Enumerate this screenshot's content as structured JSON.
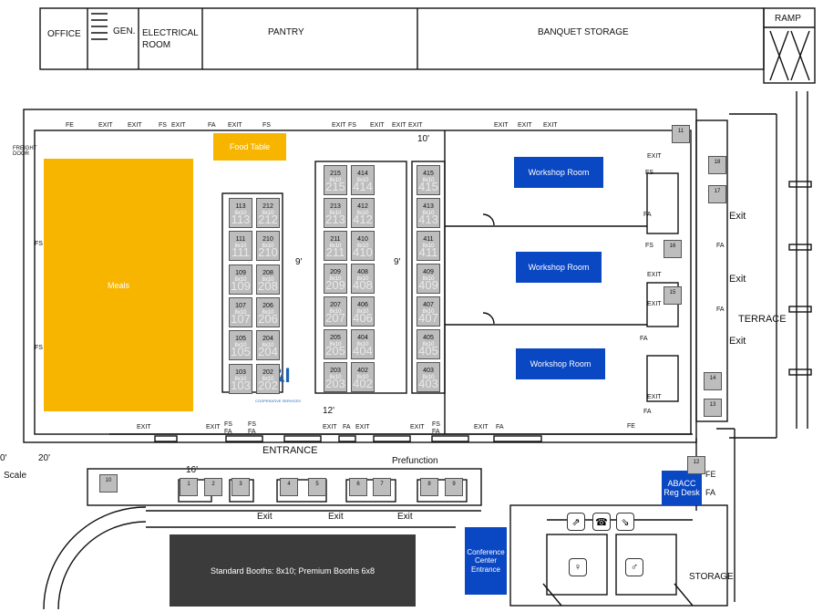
{
  "rooms": {
    "office": "OFFICE",
    "gen": "GEN.",
    "electrical": "ELECTRICAL ROOM",
    "pantry": "PANTRY",
    "banquet_storage": "BANQUET STORAGE",
    "ramp": "RAMP",
    "terrace": "TERRACE",
    "storage": "STORAGE",
    "entrance": "ENTRANCE",
    "prefunction": "Prefunction",
    "freight_door": "FREIGHT DOOR",
    "scale": "Scale"
  },
  "areas": {
    "food_table": "Food Table",
    "meals": "Meals",
    "workshop_1": "Workshop Room",
    "workshop_2": "Workshop Room",
    "workshop_3": "Workshop Room",
    "reg_desk": "ABACC Reg Desk",
    "conference_entrance": "Conference Center Entrance",
    "legend_booths": "Standard Booths: 8x10; Premium Booths 6x8"
  },
  "dimensions": {
    "d10": "10'",
    "d9a": "9'",
    "d9b": "9'",
    "d12": "12'",
    "d16": "16'",
    "d20": "20'",
    "d0": "0'"
  },
  "colors": {
    "workshop": "#0a47c2",
    "food": "#f7b500",
    "booth": "#bdbdbd",
    "legend": "#3b3b3b"
  },
  "booth_size": "8x10",
  "booths_col_a": [
    "113",
    "111",
    "109",
    "107",
    "105",
    "103"
  ],
  "booths_col_b": [
    "212",
    "210",
    "208",
    "206",
    "204",
    "202"
  ],
  "booths_col_c": [
    "215",
    "213",
    "211",
    "209",
    "207",
    "205",
    "203"
  ],
  "booths_col_d": [
    "414",
    "412",
    "410",
    "408",
    "406",
    "404",
    "402"
  ],
  "booths_col_e": [
    "415",
    "413",
    "411",
    "409",
    "407",
    "405",
    "403"
  ],
  "small_booths_bottom": [
    "10",
    "1",
    "2",
    "3",
    "4",
    "5",
    "6",
    "7",
    "8",
    "9"
  ],
  "small_booths_right": [
    "11",
    "18",
    "17",
    "16",
    "15",
    "14",
    "13",
    "12"
  ],
  "markers": {
    "exit": "Exit",
    "exit_caps": "EXIT",
    "fe": "FE",
    "fs": "FS",
    "fa": "FA"
  },
  "sponsor_logo_text": "E&I",
  "sponsor_logo_sub": "COOPERATIVE SERVICES"
}
